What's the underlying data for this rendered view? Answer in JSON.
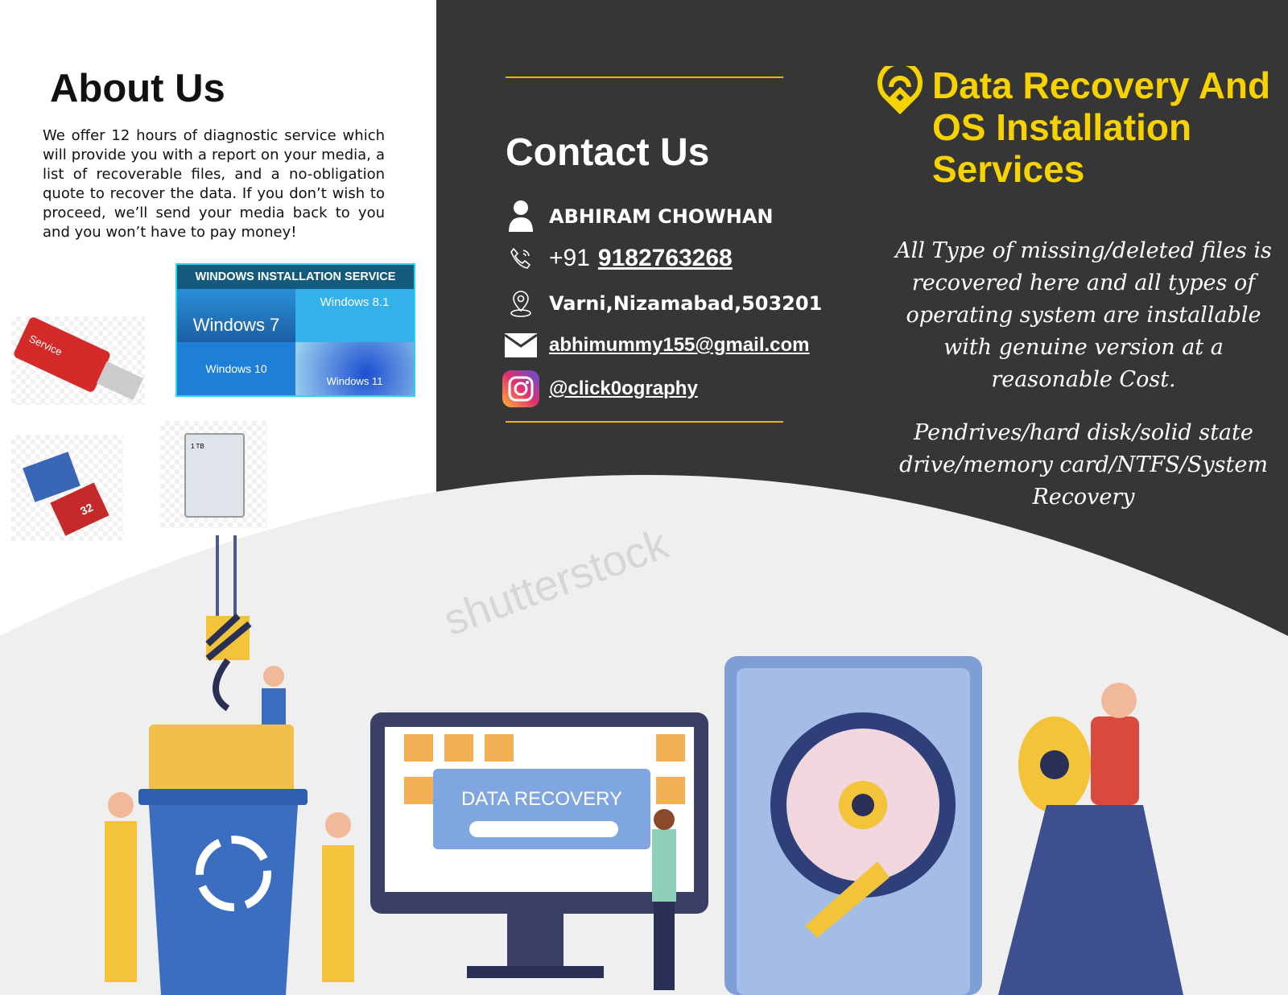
{
  "about": {
    "heading": "About Us",
    "text": "We offer 12 hours of diagnostic service which will provide you with a report on your media, a list of recoverable files, and a no-obligation quote to recover the data. If you don’t wish to proceed, we’ll send your media back to you and you won’t have to pay money!"
  },
  "windows_image": {
    "header": "WINDOWS INSTALLATION SERVICE",
    "items": [
      "Windows 7",
      "Windows 8.1",
      "Windows 10",
      "Windows 11"
    ]
  },
  "product_labels": {
    "pendrive": "Service",
    "sd": "32",
    "hdd": "1 TB"
  },
  "contact": {
    "heading": "Contact Us",
    "name": "ABHIRAM CHOWHAN",
    "phone_prefix": "+91",
    "phone": "9182763268",
    "address": "Varni,Nizamabad,503201",
    "email": "abhimummy155@gmail.com",
    "instagram": "@click0ography"
  },
  "service": {
    "title_lines": [
      "Data Recovery And",
      "OS Installation",
      "Services"
    ],
    "desc1": "All Type of missing/deleted files is recovered here and all types of operating system are installable with genuine version at a reasonable Cost.",
    "desc2": "Pendrives/hard disk/solid state drive/memory card/NTFS/System Recovery"
  },
  "illustration": {
    "screen_label": "DATA RECOVERY",
    "watermark": "shutterstock"
  },
  "colors": {
    "dark": "#363636",
    "accent": "#f6d300",
    "light": "#efeff0"
  }
}
